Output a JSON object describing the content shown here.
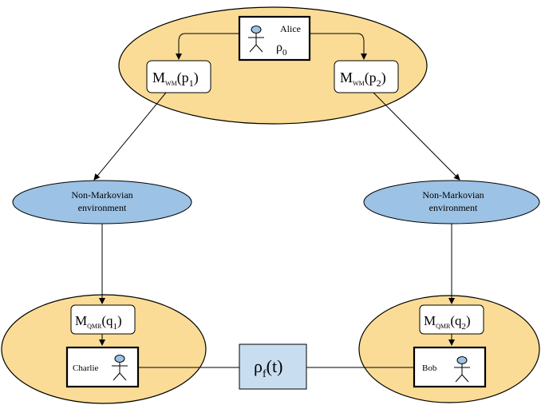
{
  "colors": {
    "yellow_fill": "#FADC96",
    "blue_fill": "#9CC2E5",
    "box_fill": "#FFFFFF",
    "rho_box_fill": "#C9DDF0",
    "stroke": "#000000"
  },
  "alice": {
    "name": "Alice",
    "state": "ρ",
    "state_sub": "0"
  },
  "mwm_left": {
    "main": "M",
    "sub": "WM",
    "arg": "(p",
    "arg_sub": "1",
    "close": ")"
  },
  "mwm_right": {
    "main": "M",
    "sub": "WM",
    "arg": "(p",
    "arg_sub": "2",
    "close": ")"
  },
  "env_left": {
    "line1": "Non-Markovian",
    "line2": "environment"
  },
  "env_right": {
    "line1": "Non-Markovian",
    "line2": "environment"
  },
  "mqmr_left": {
    "main": "M",
    "sub": "QMR",
    "arg": "(q",
    "arg_sub": "1",
    "close": ")"
  },
  "mqmr_right": {
    "main": "M",
    "sub": "QMR",
    "arg": "(q",
    "arg_sub": "2",
    "close": ")"
  },
  "charlie": {
    "name": "Charlie"
  },
  "bob": {
    "name": "Bob"
  },
  "final_state": {
    "main": "ρ",
    "sub": "f",
    "arg": "(t)"
  },
  "icons": [
    "person-icon-alice",
    "person-icon-charlie",
    "person-icon-bob"
  ]
}
